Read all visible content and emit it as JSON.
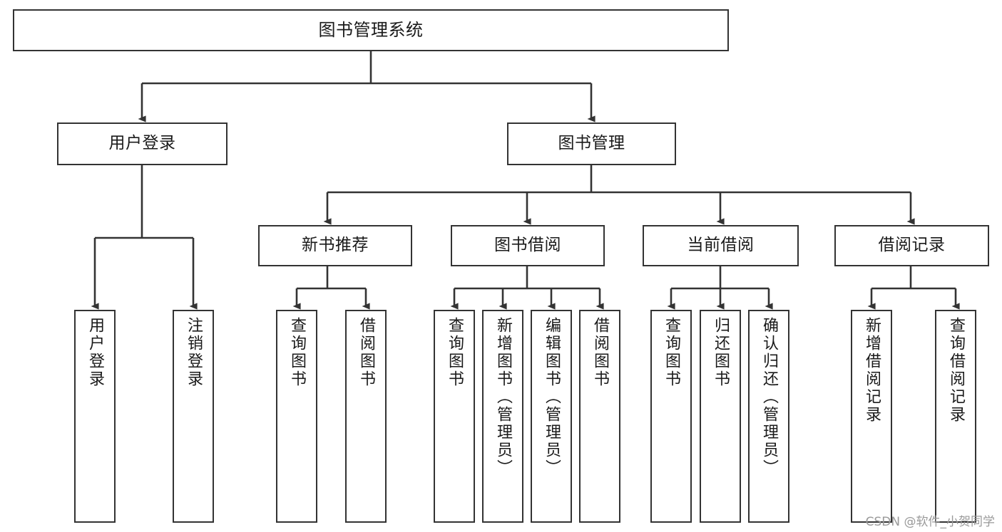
{
  "diagram": {
    "title": "图书管理系统",
    "type": "tree",
    "watermark": "CSDN @软件_小贺同学",
    "colors": {
      "box_border": "#333333",
      "box_fill": "#ffffff",
      "edge": "#333333",
      "text": "#1a1a1a",
      "watermark": "#9a9a9a",
      "background": "#ffffff"
    },
    "nodes": {
      "root": {
        "label": "图书管理系统"
      },
      "level1": [
        {
          "id": "user-login",
          "label": "用户登录"
        },
        {
          "id": "book-manage",
          "label": "图书管理"
        }
      ],
      "level2": [
        {
          "id": "new-book-recommend",
          "label": "新书推荐",
          "parent": "book-manage"
        },
        {
          "id": "book-borrow",
          "label": "图书借阅",
          "parent": "book-manage"
        },
        {
          "id": "current-borrow",
          "label": "当前借阅",
          "parent": "book-manage"
        },
        {
          "id": "borrow-record",
          "label": "借阅记录",
          "parent": "book-manage"
        }
      ],
      "leaves": [
        {
          "id": "leaf-user-login",
          "label": "用户登录",
          "parent": "user-login"
        },
        {
          "id": "leaf-user-logout",
          "label": "注销登录",
          "parent": "user-login"
        },
        {
          "id": "leaf-query-book-1",
          "label": "查询图书",
          "parent": "new-book-recommend"
        },
        {
          "id": "leaf-borrow-book-1",
          "label": "借阅图书",
          "parent": "new-book-recommend"
        },
        {
          "id": "leaf-query-book-2",
          "label": "查询图书",
          "parent": "book-borrow"
        },
        {
          "id": "leaf-add-book",
          "label": "新增图书（管理员）",
          "parent": "book-borrow"
        },
        {
          "id": "leaf-edit-book",
          "label": "编辑图书（管理员）",
          "parent": "book-borrow"
        },
        {
          "id": "leaf-borrow-book-2",
          "label": "借阅图书",
          "parent": "book-borrow"
        },
        {
          "id": "leaf-query-book-3",
          "label": "查询图书",
          "parent": "current-borrow"
        },
        {
          "id": "leaf-return-book",
          "label": "归还图书",
          "parent": "current-borrow"
        },
        {
          "id": "leaf-confirm-return",
          "label": "确认归还（管理员）",
          "parent": "current-borrow"
        },
        {
          "id": "leaf-add-record",
          "label": "新增借阅记录",
          "parent": "borrow-record"
        },
        {
          "id": "leaf-query-record",
          "label": "查询借阅记录",
          "parent": "borrow-record"
        }
      ]
    }
  }
}
